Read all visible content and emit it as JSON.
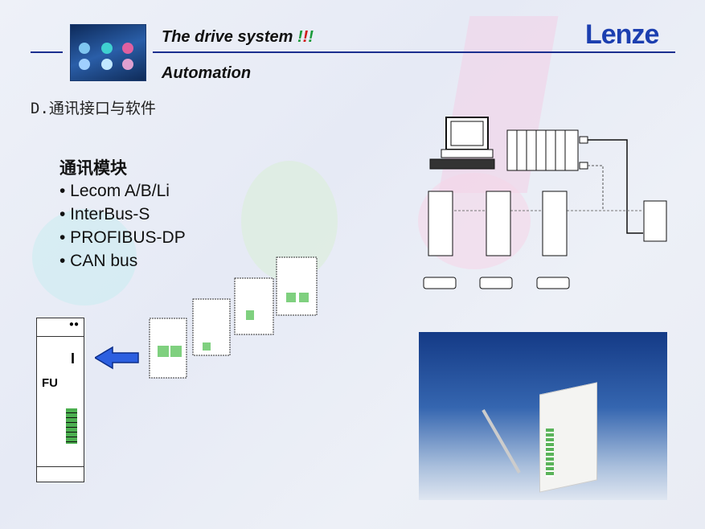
{
  "header": {
    "title": "The drive system ",
    "bang1": "!",
    "bang2": "!",
    "bang3": "!",
    "subtitle": "Automation",
    "logo": "Lenze"
  },
  "section_title": "D.通讯接口与软件",
  "modules": {
    "heading": "通讯模块",
    "items": [
      "• Lecom A/B/Li",
      "• InterBus-S",
      "• PROFIBUS-DP",
      "• CAN bus"
    ]
  },
  "fu_label": "FU",
  "fu_mark": "I",
  "colors": {
    "accent_line": "#1b2f8f",
    "logo": "#1c3fb0",
    "arrow": "#2c5fe0",
    "bang_green": "#1a9a3a",
    "bang_red": "#d01818"
  },
  "icons": [
    "arrow-left-icon",
    "computer-icon",
    "plc-rack-icon",
    "drive-unit-icon",
    "motor-icon",
    "connector-icon"
  ]
}
